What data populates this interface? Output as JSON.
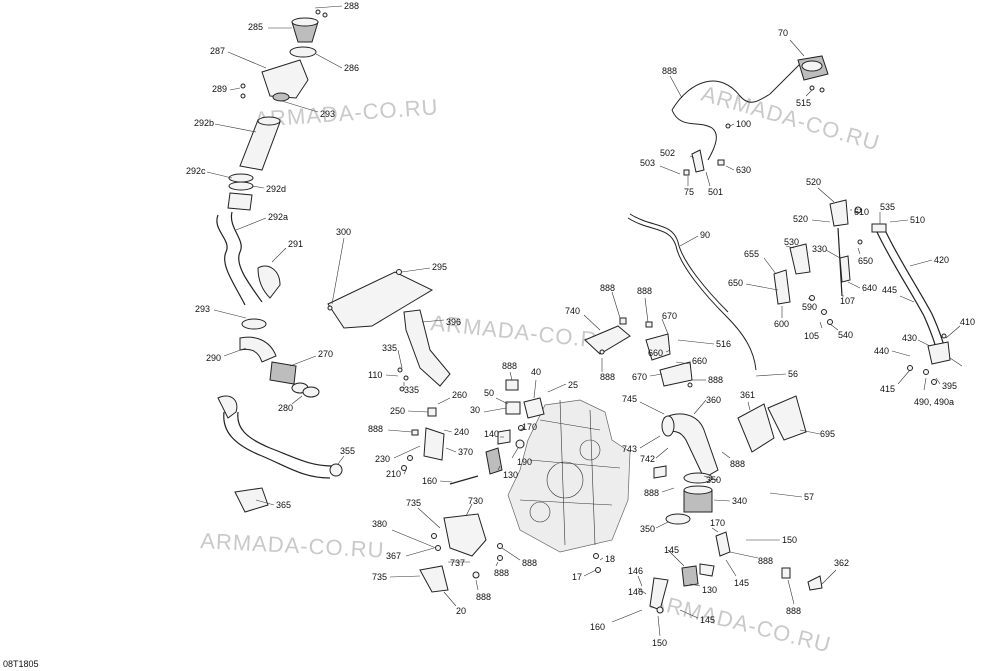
{
  "diagram": {
    "code": "08T1805",
    "watermarks": [
      "ARMADA-CO.RU",
      "ARMADA-CO.RU",
      "ARMADA-CO.RU",
      "ARMADA-CO.RU"
    ],
    "labels": [
      "288",
      "285",
      "287",
      "286",
      "289",
      "293",
      "292b",
      "292c",
      "292d",
      "292a",
      "291",
      "293",
      "290",
      "270",
      "280",
      "355",
      "365",
      "300",
      "295",
      "396",
      "335",
      "110",
      "335",
      "250",
      "260",
      "888",
      "240",
      "230",
      "370",
      "210",
      "160",
      "888",
      "50",
      "40",
      "25",
      "30",
      "170",
      "140",
      "190",
      "130",
      "735",
      "730",
      "380",
      "367",
      "737",
      "888",
      "888",
      "735",
      "20",
      "888",
      "740",
      "888",
      "888",
      "670",
      "660",
      "516",
      "888",
      "670",
      "660",
      "888",
      "745",
      "360",
      "743",
      "742",
      "888",
      "888",
      "350",
      "340",
      "350",
      "18",
      "17",
      "145",
      "146",
      "160",
      "150",
      "146",
      "145",
      "130",
      "145",
      "170",
      "150",
      "888",
      "888",
      "362",
      "361",
      "695",
      "57",
      "56",
      "90",
      "70",
      "888",
      "100",
      "515",
      "502",
      "503",
      "75",
      "501",
      "630",
      "520",
      "610",
      "520",
      "330",
      "530",
      "650",
      "655",
      "650",
      "590",
      "600",
      "640",
      "107",
      "105",
      "540",
      "535",
      "510",
      "420",
      "445",
      "430",
      "410",
      "440",
      "415",
      "395",
      "490, 490a"
    ]
  }
}
